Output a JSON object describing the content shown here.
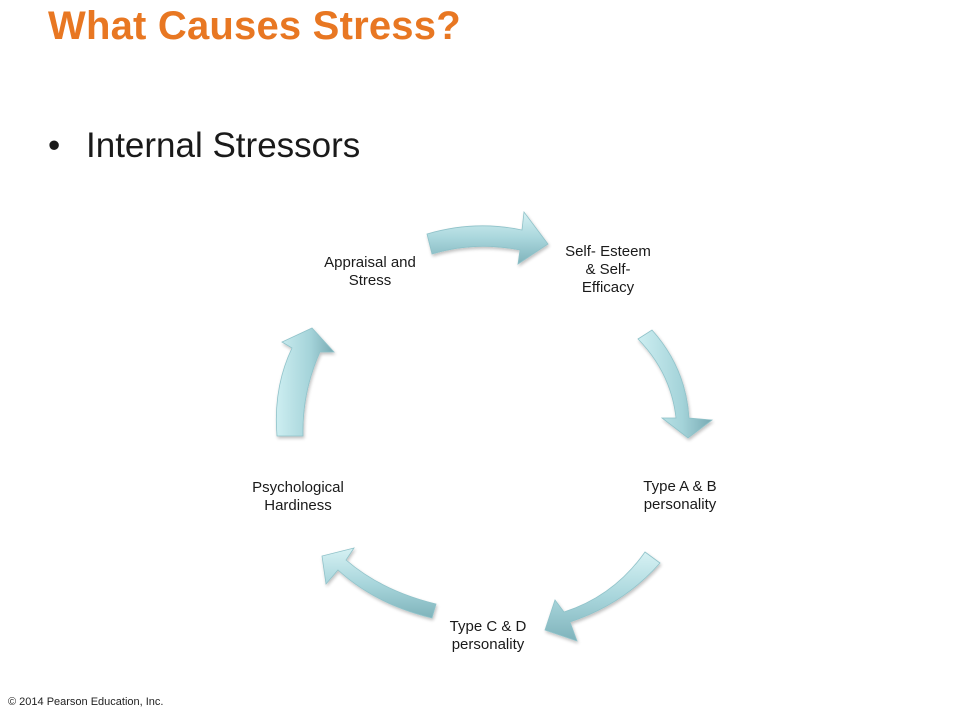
{
  "slide": {
    "title": "What Causes Stress?",
    "bullet_marker": "•",
    "bullet": "Internal Stressors"
  },
  "cycle": {
    "nodes": [
      {
        "id": "self-esteem",
        "lines": [
          "Self- Esteem",
          "& Self-",
          "Efficacy"
        ]
      },
      {
        "id": "type-ab",
        "lines": [
          "Type A & B",
          "personality"
        ]
      },
      {
        "id": "type-cd",
        "lines": [
          "Type C & D",
          "personality"
        ]
      },
      {
        "id": "hardiness",
        "lines": [
          "Psychological",
          "Hardiness"
        ]
      },
      {
        "id": "appraisal",
        "lines": [
          "Appraisal and",
          "Stress"
        ]
      }
    ],
    "arrow_color_light": "#cfeef0",
    "arrow_color_dark": "#6fa3ad"
  },
  "footer": {
    "copyright": "© 2014 Pearson Education, Inc."
  }
}
